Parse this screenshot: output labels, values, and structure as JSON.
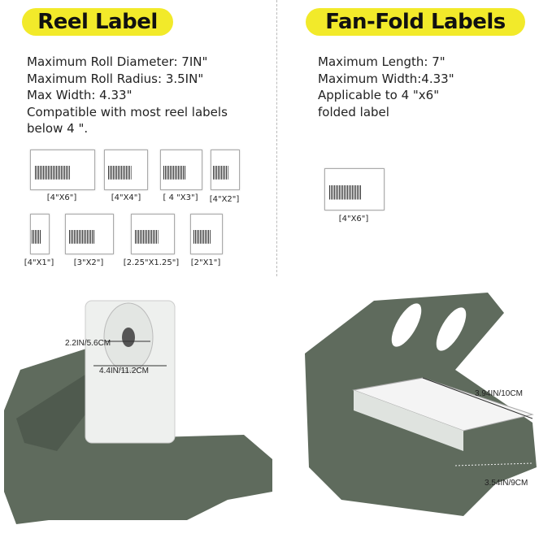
{
  "left": {
    "title": "Reel Label",
    "specs": [
      "Maximum Roll Diameter: 7IN\"",
      "Maximum Roll Radius: 3.5IN\"",
      "Max Width: 4.33\"",
      "Compatible with most reel labels",
      "below 4 \"."
    ],
    "label_sizes": [
      "[4\"X6\"]",
      "[4\"X4\"]",
      "[ 4 \"X3\"]",
      "[4\"X2\"]",
      "[4\"X1\"]",
      "[3\"X2\"]",
      "[2.25\"X1.25\"]",
      "[2\"X1\"]"
    ],
    "dimensions": {
      "inner": "2.2IN/5.6CM",
      "outer": "4.4IN/11.2CM"
    }
  },
  "right": {
    "title": "Fan-Fold Labels",
    "specs": [
      "Maximum Length: 7\"",
      "Maximum Width:4.33\"",
      "Applicable to 4 \"x6\"",
      "folded label"
    ],
    "label_sizes": [
      "[4\"X6\"]"
    ],
    "dimensions": {
      "length": "3.94IN/10CM",
      "width": "3.54IN/9CM"
    }
  },
  "colors": {
    "pill": "#f2ea2a",
    "holder": "#5f6b5d"
  }
}
